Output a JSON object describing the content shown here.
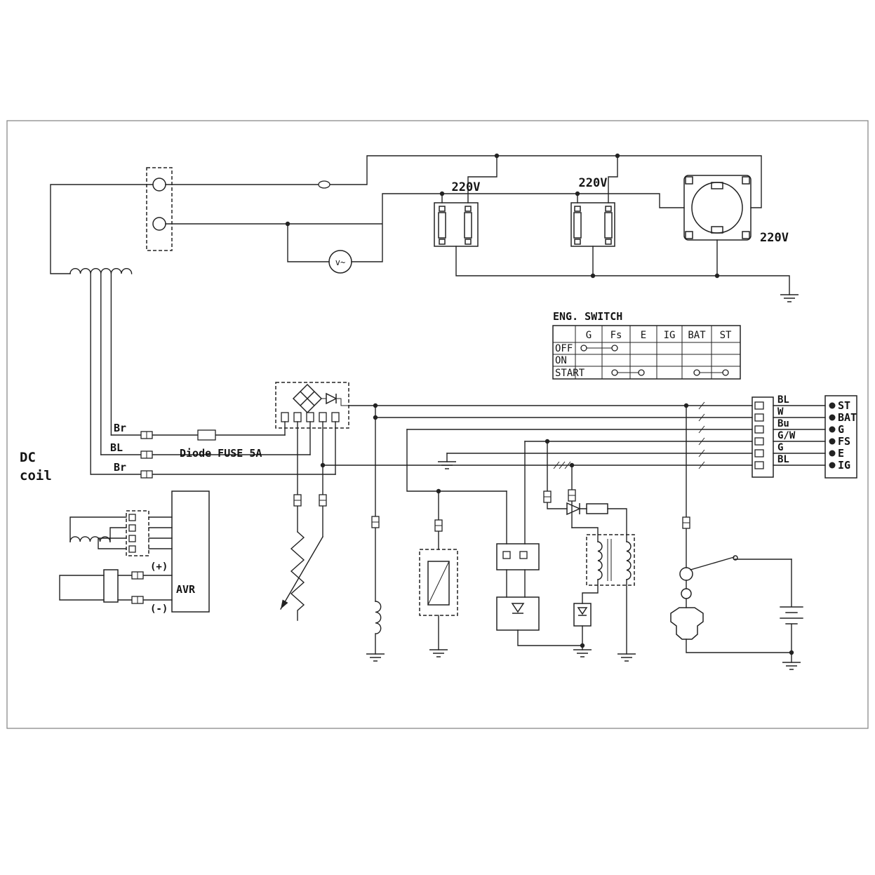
{
  "labels": {
    "dc1": "DC",
    "dc2": "coil",
    "br_top": "Br",
    "bl_mid": "BL",
    "br_bot": "Br",
    "fuse": "Diode FUSE 5A",
    "avr": "AVR",
    "plus": "(+)",
    "minus": "(-)",
    "voltmeter": "v~",
    "outlets": [
      "220V",
      "220V",
      "220V"
    ]
  },
  "eng_switch": {
    "title": "ENG. SWITCH",
    "columns": [
      "G",
      "Fs",
      "E",
      "IG",
      "BAT",
      "ST"
    ],
    "rows": [
      "OFF",
      "ON",
      "START"
    ]
  },
  "connector_labels": [
    "BL",
    "W",
    "Bu",
    "G/W",
    "G",
    "BL"
  ],
  "terminal_labels": [
    "ST",
    "BAT",
    "G",
    "FS",
    "E",
    "IG"
  ]
}
